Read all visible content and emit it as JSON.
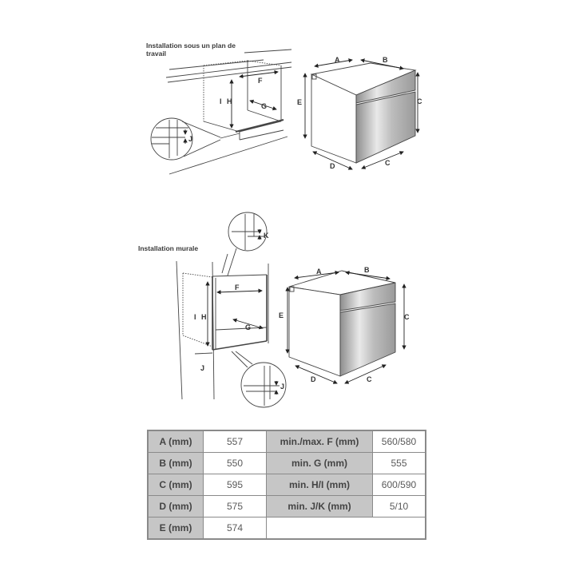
{
  "sections": [
    {
      "caption_line1": "Installation sous un plan de",
      "caption_line2": "travail"
    },
    {
      "caption": "Installation murale"
    }
  ],
  "labels": {
    "A": "A",
    "B": "B",
    "C": "C",
    "D": "D",
    "E": "E",
    "F": "F",
    "G": "G",
    "H": "H",
    "I": "I",
    "J": "J",
    "K": "K"
  },
  "table": {
    "rows": [
      {
        "label": "A (mm)",
        "value": "557",
        "label2": "min./max. F (mm)",
        "value2": "560/580"
      },
      {
        "label": "B (mm)",
        "value": "550",
        "label2": "min. G (mm)",
        "value2": "555"
      },
      {
        "label": "C (mm)",
        "value": "595",
        "label2": "min. H/I (mm)",
        "value2": "600/590"
      },
      {
        "label": "D (mm)",
        "value": "575",
        "label2": "min. J/K (mm)",
        "value2": "5/10"
      },
      {
        "label": "E (mm)",
        "value": "574"
      }
    ]
  },
  "colors": {
    "header_bg": "#c6c6c6",
    "border": "#8a8a8a",
    "line": "#333333"
  }
}
